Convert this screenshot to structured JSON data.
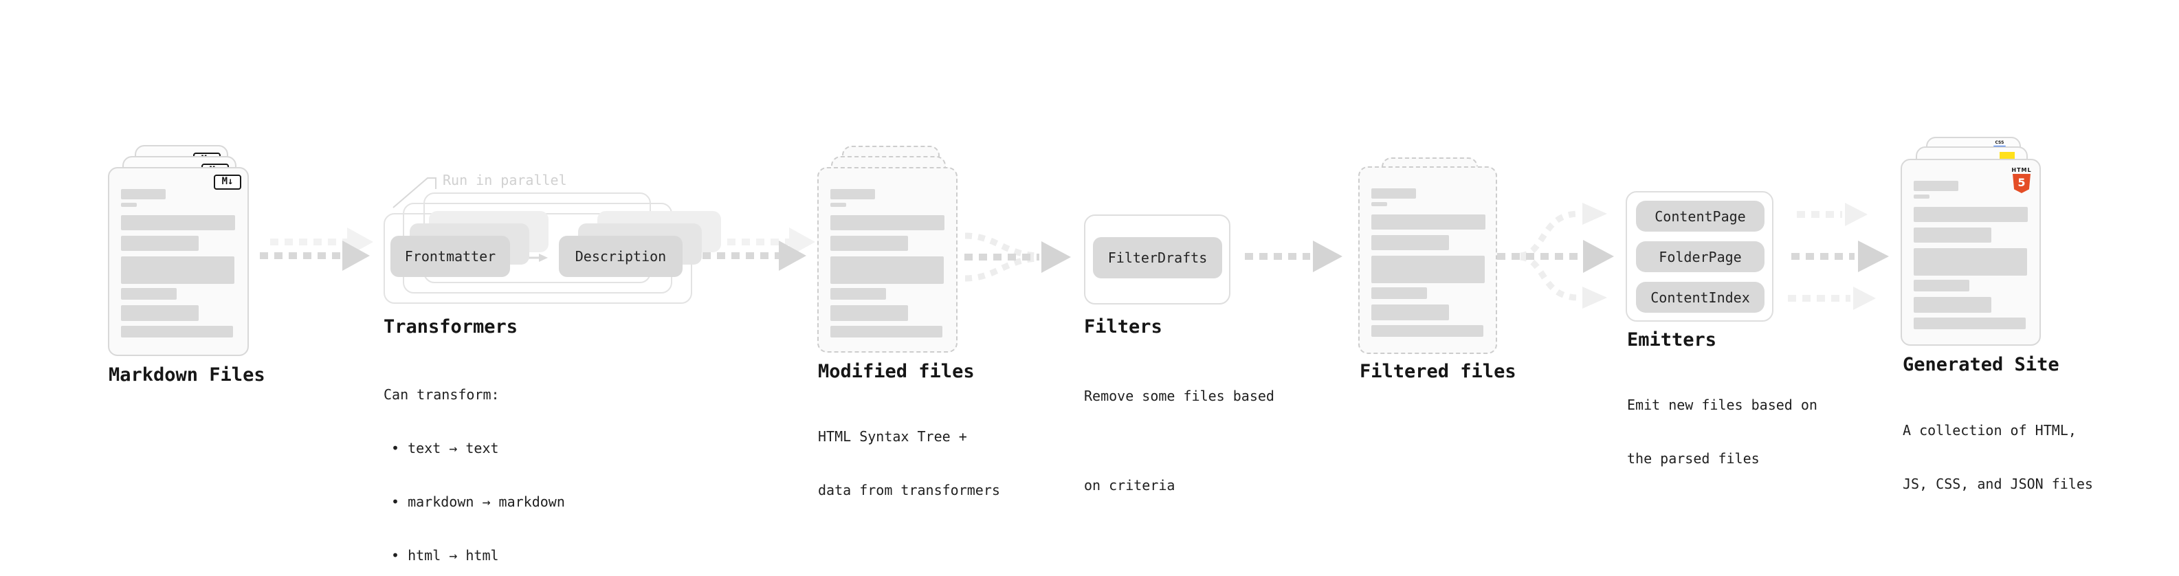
{
  "stages": {
    "markdown_files": {
      "label": "Markdown Files"
    },
    "transformers": {
      "label": "Transformers",
      "note": "Run in parallel",
      "button1": "Frontmatter",
      "button2": "Description",
      "desc_title": "Can transform:",
      "bullet1": "• text → text",
      "bullet2": "• markdown → markdown",
      "bullet3": "• html → html"
    },
    "modified_files": {
      "label": "Modified files",
      "desc1": "HTML Syntax Tree +",
      "desc2": "data from transformers"
    },
    "filters": {
      "label": "Filters",
      "button1": "FilterDrafts",
      "desc1": "Remove some files based",
      "desc2": "on criteria"
    },
    "filtered_files": {
      "label": "Filtered files"
    },
    "emitters": {
      "label": "Emitters",
      "button1": "ContentPage",
      "button2": "FolderPage",
      "button3": "ContentIndex",
      "desc1": "Emit new files based on",
      "desc2": "the parsed files"
    },
    "generated_site": {
      "label": "Generated Site",
      "desc1": "A collection of HTML,",
      "desc2": "JS, CSS, and JSON files"
    }
  },
  "icons": {
    "markdown": {
      "glyph": "M↓"
    },
    "html5": {
      "label": "HTML",
      "number": "5",
      "color": "#e44d26"
    },
    "css": {
      "label": "CSS",
      "underline_color": "#2c6fef"
    },
    "js": {
      "color": "#ffe01a"
    }
  },
  "colors": {
    "doc_bg": "#fafafa",
    "doc_border": "#d8d8d8",
    "dashed_border": "#cdcdcd",
    "skeleton_bar": "#d9d9d9",
    "button_bg": "#d9d9d9",
    "arrow_dark": "#d8d8d8",
    "arrow_light": "#f0f0f0",
    "note_text": "#d0d0d0",
    "text": "#161616"
  }
}
